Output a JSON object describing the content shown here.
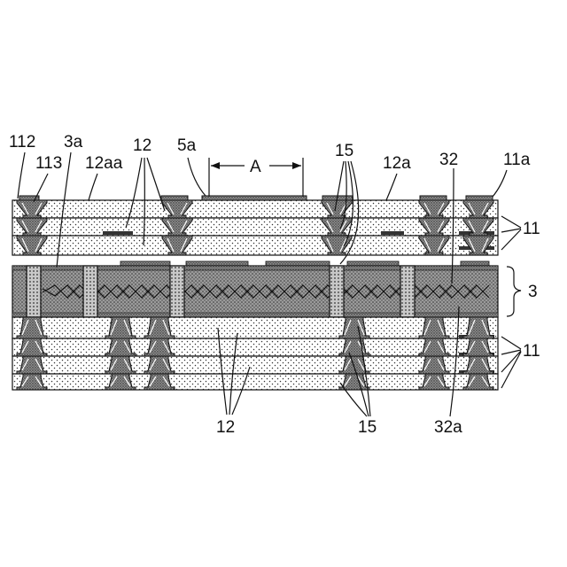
{
  "figure": {
    "labels": {
      "l112": "112",
      "l113": "113",
      "l3a": "3a",
      "l12aa": "12aa",
      "l12_top": "12",
      "l5a": "5a",
      "lA": "A",
      "l15_top": "15",
      "l12a": "12a",
      "l32": "32",
      "l11a": "11a",
      "l11_top": "11",
      "l3": "3",
      "l11_bottom": "11",
      "l12_bottom": "12",
      "l15_bottom": "15",
      "l32a": "32a"
    }
  }
}
